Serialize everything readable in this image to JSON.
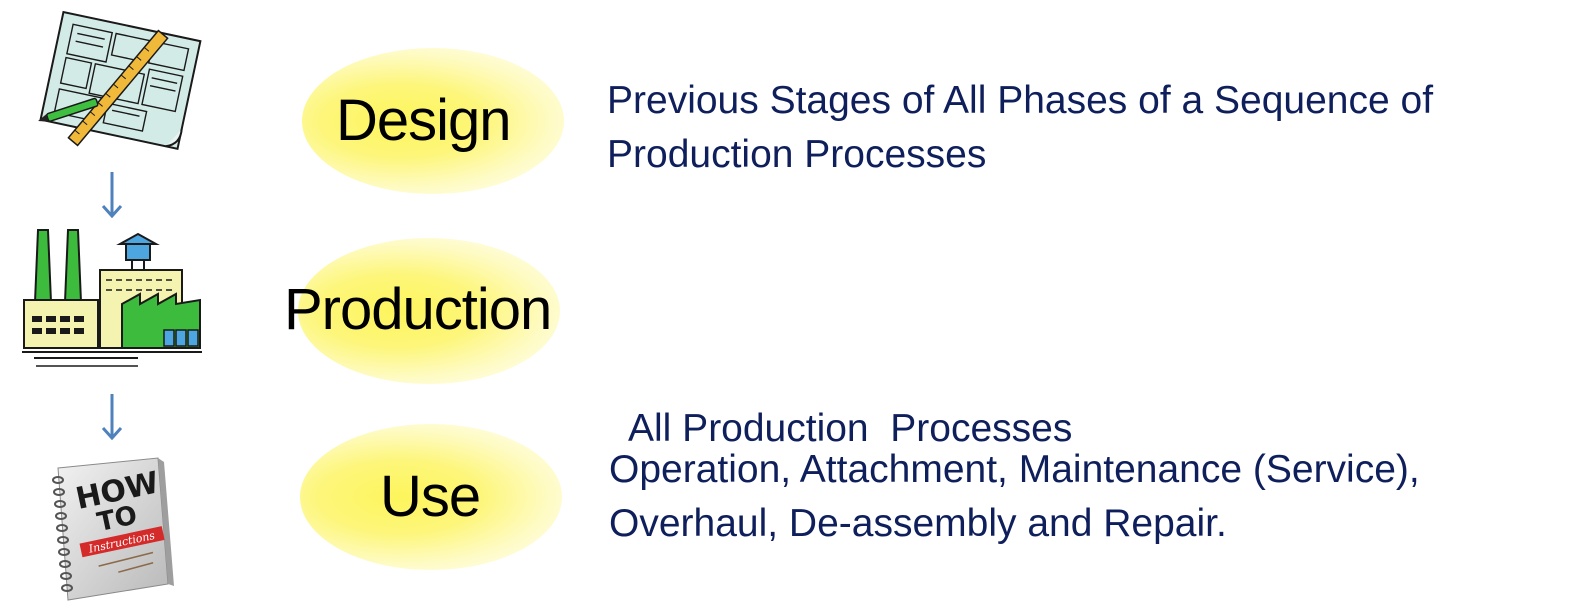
{
  "stages": [
    {
      "label": "Design",
      "description_lines": [
        "Previous Stages of All Phases of a Sequence of",
        "Production Processes"
      ],
      "icon": "blueprint-icon"
    },
    {
      "label": "Production",
      "description_lines": [
        "All Production  Processes"
      ],
      "icon": "factory-icon"
    },
    {
      "label": "Use",
      "description_lines": [
        "Operation, Attachment, Maintenance (Service),",
        "Overhaul, De-assembly and Repair."
      ],
      "icon": "how-to-manual-icon"
    }
  ],
  "manual_cover": {
    "title_line1": "HOW",
    "title_line2": "TO",
    "banner": "Instructions"
  },
  "colors": {
    "description_text": "#0f1f5c",
    "label_text": "#000000",
    "oval_fill": "#fdf55c",
    "arrow": "#4f81bd",
    "factory_green": "#3dbb3d",
    "factory_cream": "#f4f3b0",
    "blueprint": "#cfe6e2"
  }
}
